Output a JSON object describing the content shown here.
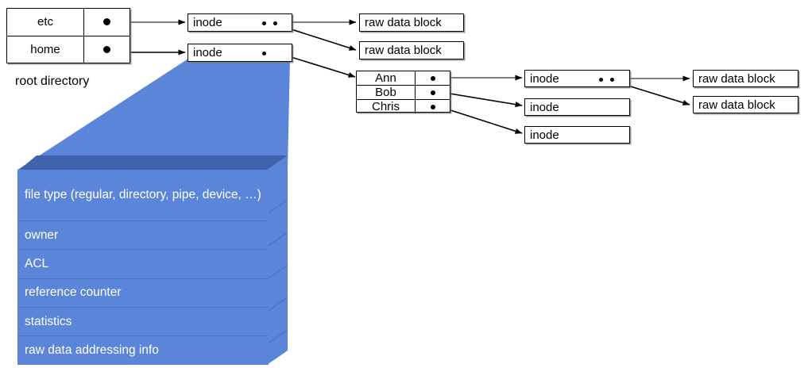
{
  "diagram": {
    "title_label": "root directory",
    "root_directory": {
      "name": "root directory",
      "rows": [
        {
          "name": "etc",
          "pointer": "pointer-dot"
        },
        {
          "name": "home",
          "pointer": "pointer-dot"
        }
      ]
    },
    "home_directory": {
      "rows": [
        {
          "name": "Ann",
          "pointer": "pointer-dot"
        },
        {
          "name": "Bob",
          "pointer": "pointer-dot"
        },
        {
          "name": "Chris",
          "pointer": "pointer-dot"
        }
      ]
    },
    "inodes": [
      {
        "id": "inode-etc",
        "label": "inode",
        "pointer_count": 2
      },
      {
        "id": "inode-home",
        "label": "inode",
        "pointer_count": 1
      },
      {
        "id": "inode-ann",
        "label": "inode",
        "pointer_count": 2
      },
      {
        "id": "inode-bob",
        "label": "inode",
        "pointer_count": 0
      },
      {
        "id": "inode-chris",
        "label": "inode",
        "pointer_count": 0
      }
    ],
    "raw_data_blocks": [
      {
        "id": "raw-etc-1",
        "label": "raw data block"
      },
      {
        "id": "raw-etc-2",
        "label": "raw data block"
      },
      {
        "id": "raw-ann-1",
        "label": "raw data block"
      },
      {
        "id": "raw-ann-2",
        "label": "raw data block"
      }
    ],
    "inode_detail": {
      "fields": [
        "file type (regular, directory, pipe, device, …)",
        "owner",
        "ACL",
        "reference counter",
        "statistics",
        "raw data addressing info"
      ]
    },
    "colors": {
      "detail_front": "#5b85d8",
      "detail_top": "#3f63ac",
      "detail_side": "#5b85d8",
      "funnel": "#5b85d8",
      "line": "#000000",
      "box_border": "#000000",
      "box_fill": "#ffffff",
      "text_on_blue": "#ffffff"
    }
  }
}
